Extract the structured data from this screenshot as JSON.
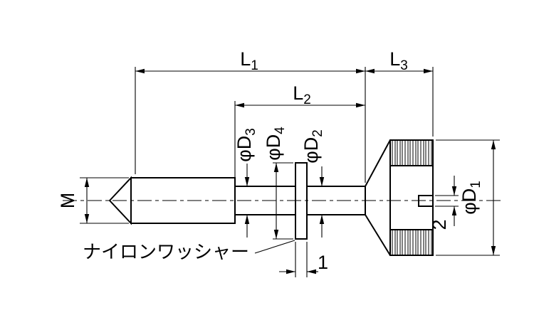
{
  "drawing": {
    "background": "#ffffff",
    "line_color": "#000000",
    "dimensions": {
      "l1": {
        "base": "L",
        "sub": "1"
      },
      "l2": {
        "base": "L",
        "sub": "2"
      },
      "l3": {
        "base": "L",
        "sub": "3"
      },
      "d1": {
        "base": "φD",
        "sub": "1"
      },
      "d2": {
        "base": "φD",
        "sub": "2"
      },
      "d3": {
        "base": "φD",
        "sub": "3"
      },
      "d4": {
        "base": "φD",
        "sub": "4"
      },
      "thread_size": "M",
      "slot_width": "2",
      "washer_thickness": "1"
    },
    "annotations": {
      "washer_note": "ナイロンワッシャー"
    }
  }
}
